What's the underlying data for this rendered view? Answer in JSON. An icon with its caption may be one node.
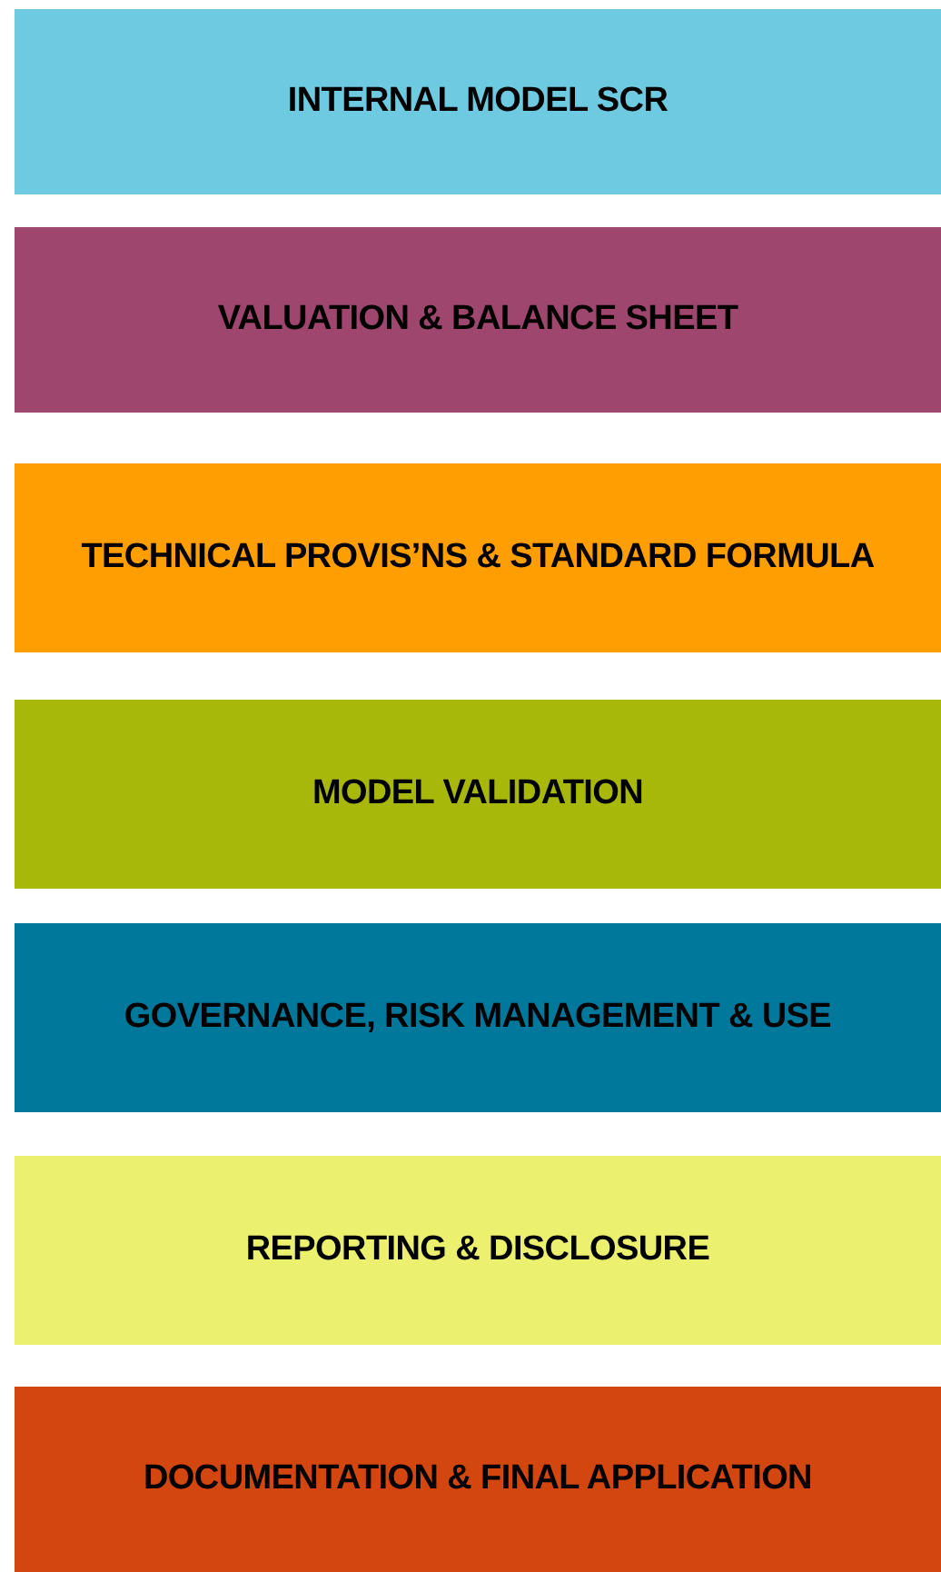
{
  "diagram": {
    "nodes": [
      {
        "text": [
          "INTERNAL MODEL SCR"
        ]
      },
      {
        "text": [
          "VALUATION & BALANCE SHEET"
        ]
      },
      {
        "text": [
          "TECHNICAL PROVIS’NS & STANDARD FORMULA"
        ]
      },
      {
        "text": [
          "MODEL VALIDATION"
        ]
      },
      {
        "text": [
          "GOVERNANCE, RISK MANAGEMENT & USE"
        ]
      },
      {
        "text": [
          "REPORTING & DISCLOSURE"
        ]
      },
      {
        "text": [
          "DOCUMENTATION & FINAL APPLICATION"
        ]
      }
    ]
  }
}
